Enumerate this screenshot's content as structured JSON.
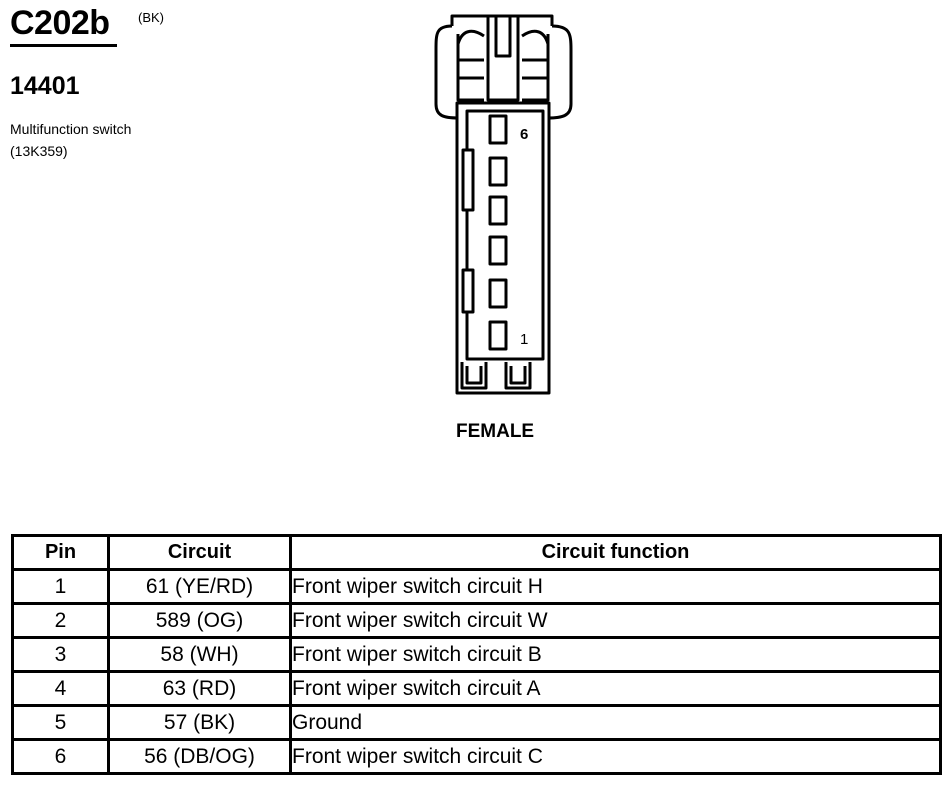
{
  "connector": {
    "id": "C202b",
    "color_code": "(BK)",
    "part_number": "14401",
    "description_line1": "Multifunction switch",
    "description_line2": "(13K359)",
    "gender": "FEMALE",
    "pin_labels": {
      "top": "6",
      "bottom": "1"
    }
  },
  "table": {
    "headers": [
      "Pin",
      "Circuit",
      "Circuit function"
    ],
    "rows": [
      {
        "pin": "1",
        "circuit": "61 (YE/RD)",
        "function": "Front wiper switch circuit H"
      },
      {
        "pin": "2",
        "circuit": "589 (OG)",
        "function": "Front wiper switch circuit W"
      },
      {
        "pin": "3",
        "circuit": "58 (WH)",
        "function": "Front wiper switch circuit B"
      },
      {
        "pin": "4",
        "circuit": "63 (RD)",
        "function": "Front wiper switch circuit A"
      },
      {
        "pin": "5",
        "circuit": "57 (BK)",
        "function": "Ground"
      },
      {
        "pin": "6",
        "circuit": "56 (DB/OG)",
        "function": "Front wiper switch circuit C"
      }
    ]
  }
}
